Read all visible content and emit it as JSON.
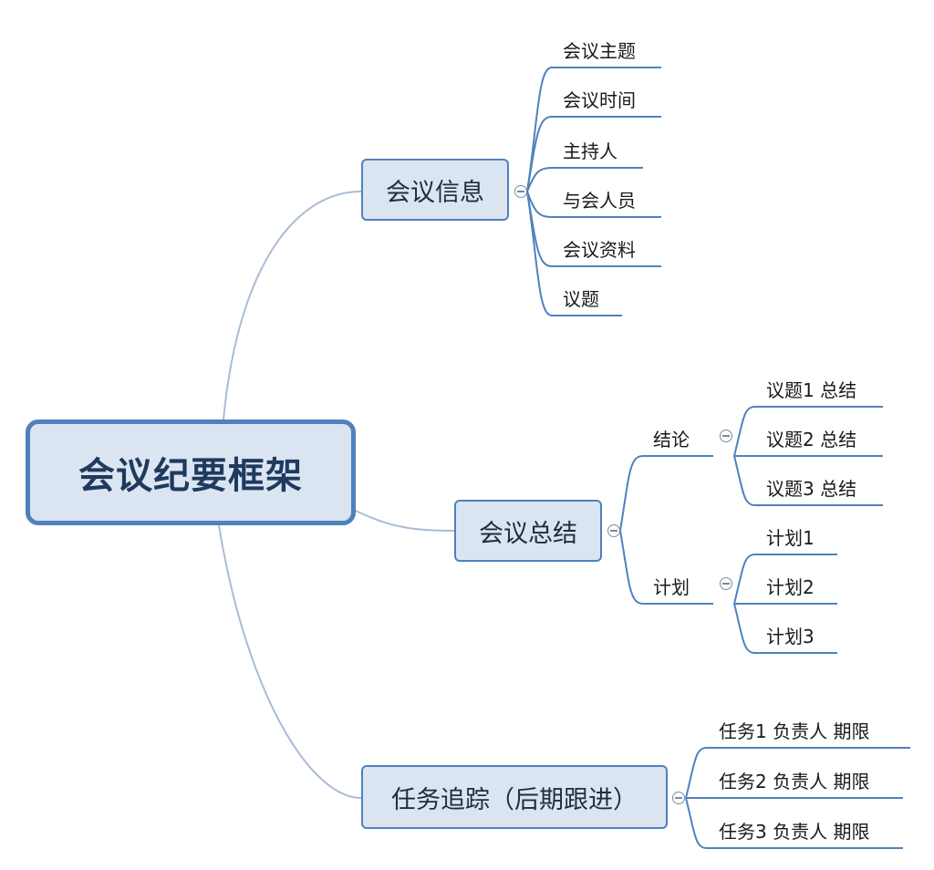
{
  "root": {
    "label": "会议纪要框架"
  },
  "branches": [
    {
      "label": "会议信息",
      "children": [
        "会议主题",
        "会议时间",
        "主持人",
        "与会人员",
        "会议资料",
        "议题"
      ]
    },
    {
      "label": "会议总结",
      "subgroups": [
        {
          "label": "结论",
          "children": [
            "议题1 总结",
            "议题2 总结",
            "议题3 总结"
          ]
        },
        {
          "label": "计划",
          "children": [
            "计划1",
            "计划2",
            "计划3"
          ]
        }
      ]
    },
    {
      "label": "任务追踪（后期跟进）",
      "children": [
        "任务1  负责人 期限",
        "任务2 负责人 期限",
        "任务3 负责人 期限"
      ]
    }
  ],
  "colors": {
    "line": "#4f81bd",
    "connector": "#a9bcd6",
    "node_fill": "#dbe5f1"
  },
  "icons": {
    "collapse": "collapse-toggle-icon"
  }
}
